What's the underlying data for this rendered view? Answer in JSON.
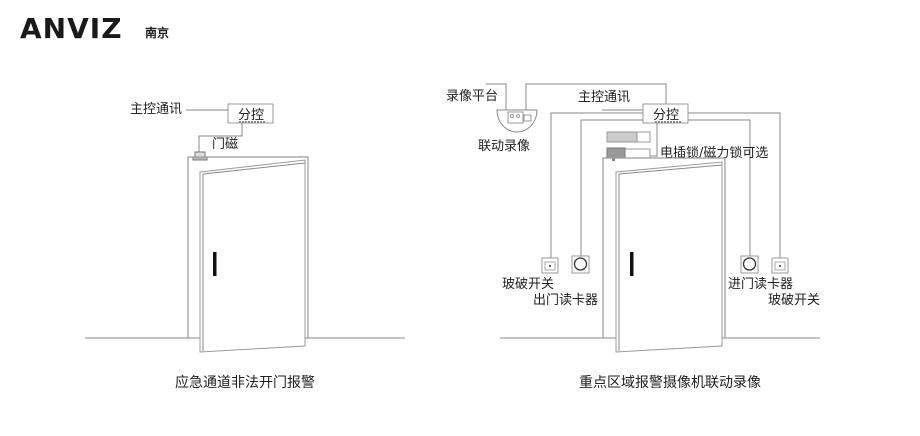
{
  "logo": {
    "brand": "ANVIZ",
    "city": "南京"
  },
  "left_diagram": {
    "comm_label": "主控通讯",
    "controller_label": "分控",
    "sensor_label": "门磁",
    "caption": "应急通道非法开门报警"
  },
  "right_diagram": {
    "platform_label": "录像平台",
    "camera_label": "联动录像",
    "comm_label": "主控通讯",
    "controller_label": "分控",
    "lock_label": "电插锁/磁力锁可选",
    "left_glass_label": "玻破开关",
    "exit_reader_label": "出门读卡器",
    "entry_reader_label": "进门读卡器",
    "right_glass_label": "玻破开关",
    "caption": "重点区域报警摄像机联动录像"
  }
}
